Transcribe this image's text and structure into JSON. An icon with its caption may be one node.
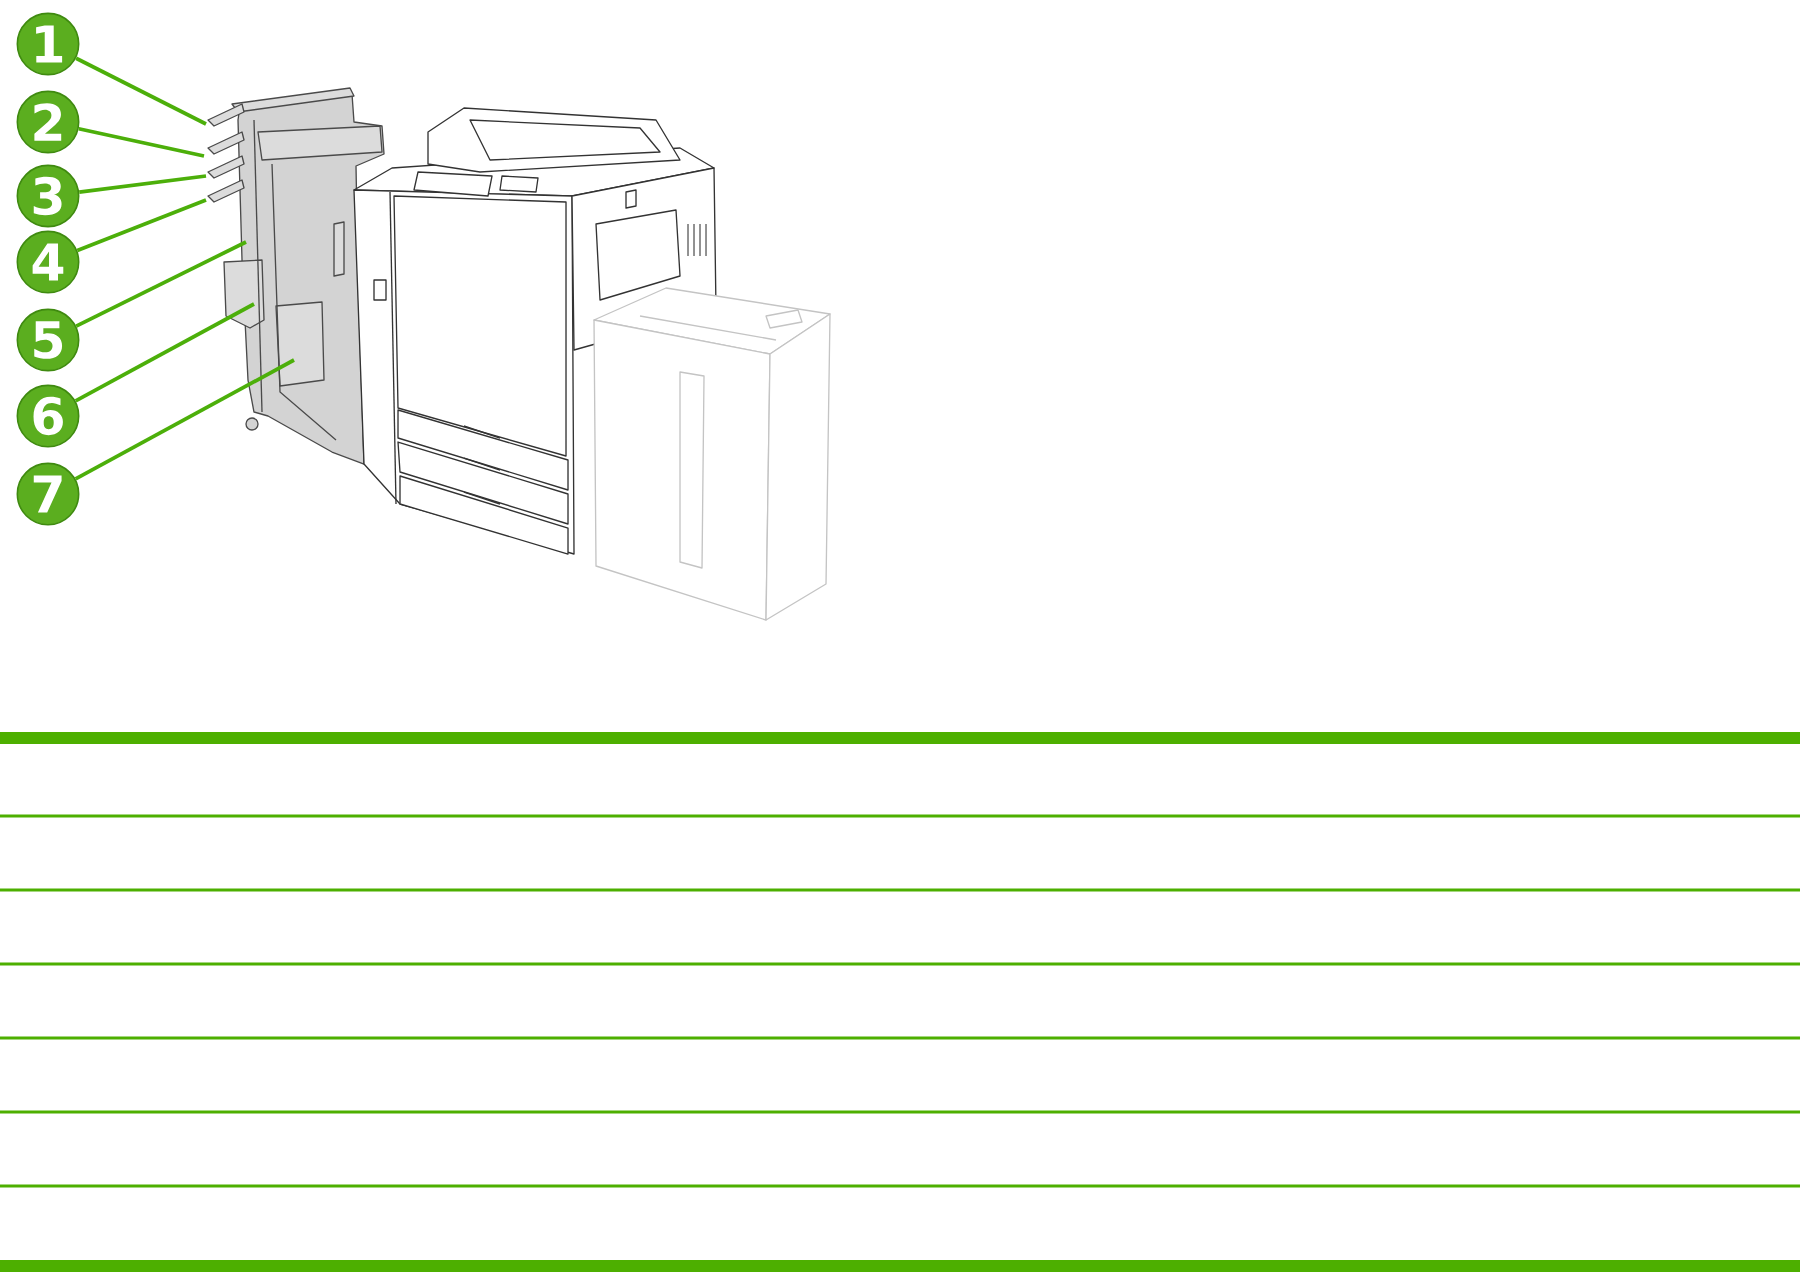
{
  "diagram": {
    "nodes": [
      {
        "text": [
          "1"
        ]
      },
      {
        "text": [
          "2"
        ]
      },
      {
        "text": [
          "3"
        ]
      },
      {
        "text": [
          "4"
        ]
      },
      {
        "text": [
          "5"
        ]
      },
      {
        "text": [
          "6"
        ]
      },
      {
        "text": [
          "7"
        ]
      }
    ],
    "edges": [
      {
        "from": 0,
        "to": null,
        "arrow": "none"
      },
      {
        "from": 1,
        "to": null,
        "arrow": "none"
      },
      {
        "from": 2,
        "to": null,
        "arrow": "none"
      },
      {
        "from": 3,
        "to": null,
        "arrow": "none"
      },
      {
        "from": 4,
        "to": null,
        "arrow": "none"
      },
      {
        "from": 5,
        "to": null,
        "arrow": "none"
      },
      {
        "from": 6,
        "to": null,
        "arrow": "none"
      }
    ]
  }
}
